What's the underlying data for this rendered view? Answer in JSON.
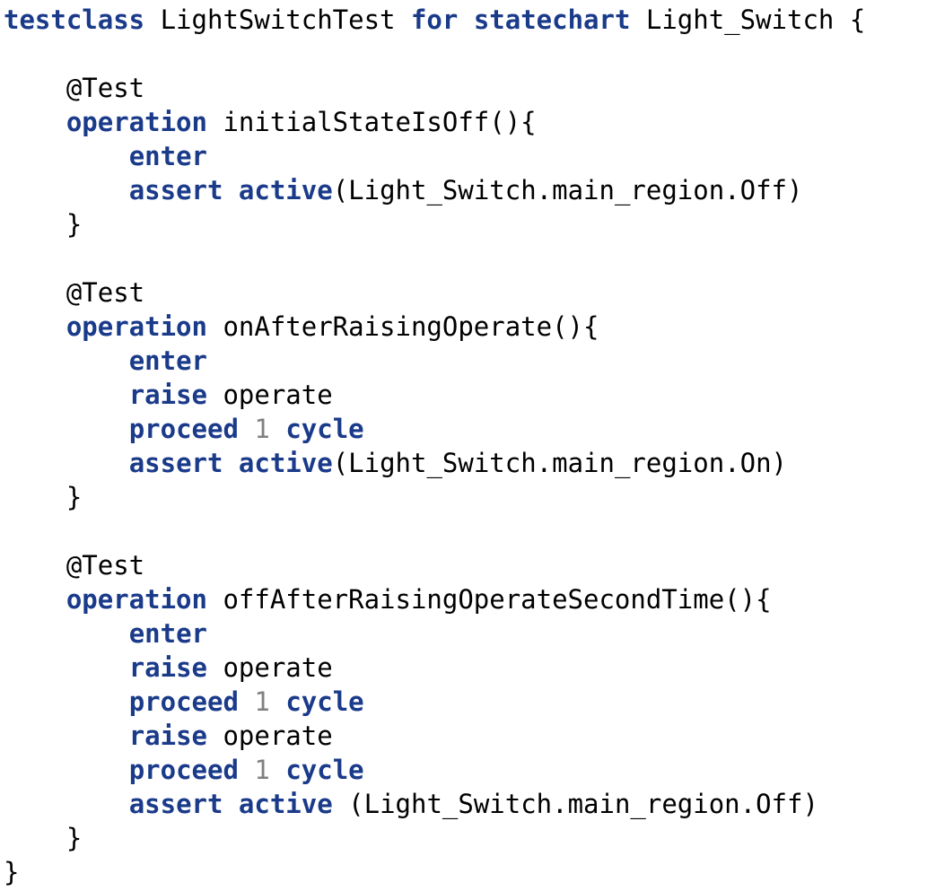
{
  "colors": {
    "background": "#ffffff",
    "text": "#000000",
    "keyword": "#1a3a8a",
    "number": "#808080"
  },
  "lines": [
    [
      {
        "t": "testclass",
        "k": "kw"
      },
      {
        "t": " LightSwitchTest "
      },
      {
        "t": "for",
        "k": "kw"
      },
      {
        "t": " "
      },
      {
        "t": "statechart",
        "k": "kw"
      },
      {
        "t": " Light_Switch {"
      }
    ],
    [],
    [
      {
        "t": "    @Test"
      }
    ],
    [
      {
        "t": "    "
      },
      {
        "t": "operation",
        "k": "kw"
      },
      {
        "t": " initialStateIsOff(){"
      }
    ],
    [
      {
        "t": "        "
      },
      {
        "t": "enter",
        "k": "kw"
      }
    ],
    [
      {
        "t": "        "
      },
      {
        "t": "assert",
        "k": "kw"
      },
      {
        "t": " "
      },
      {
        "t": "active",
        "k": "kw"
      },
      {
        "t": "(Light_Switch.main_region.Off)"
      }
    ],
    [
      {
        "t": "    }"
      }
    ],
    [],
    [
      {
        "t": "    @Test"
      }
    ],
    [
      {
        "t": "    "
      },
      {
        "t": "operation",
        "k": "kw"
      },
      {
        "t": " onAfterRaisingOperate(){"
      }
    ],
    [
      {
        "t": "        "
      },
      {
        "t": "enter",
        "k": "kw"
      }
    ],
    [
      {
        "t": "        "
      },
      {
        "t": "raise",
        "k": "kw"
      },
      {
        "t": " operate"
      }
    ],
    [
      {
        "t": "        "
      },
      {
        "t": "proceed",
        "k": "kw"
      },
      {
        "t": " "
      },
      {
        "t": "1",
        "k": "num"
      },
      {
        "t": " "
      },
      {
        "t": "cycle",
        "k": "kw"
      }
    ],
    [
      {
        "t": "        "
      },
      {
        "t": "assert",
        "k": "kw"
      },
      {
        "t": " "
      },
      {
        "t": "active",
        "k": "kw"
      },
      {
        "t": "(Light_Switch.main_region.On)"
      }
    ],
    [
      {
        "t": "    }"
      }
    ],
    [],
    [
      {
        "t": "    @Test"
      }
    ],
    [
      {
        "t": "    "
      },
      {
        "t": "operation",
        "k": "kw"
      },
      {
        "t": " offAfterRaisingOperateSecondTime(){"
      }
    ],
    [
      {
        "t": "        "
      },
      {
        "t": "enter",
        "k": "kw"
      }
    ],
    [
      {
        "t": "        "
      },
      {
        "t": "raise",
        "k": "kw"
      },
      {
        "t": " operate"
      }
    ],
    [
      {
        "t": "        "
      },
      {
        "t": "proceed",
        "k": "kw"
      },
      {
        "t": " "
      },
      {
        "t": "1",
        "k": "num"
      },
      {
        "t": " "
      },
      {
        "t": "cycle",
        "k": "kw"
      }
    ],
    [
      {
        "t": "        "
      },
      {
        "t": "raise",
        "k": "kw"
      },
      {
        "t": " operate"
      }
    ],
    [
      {
        "t": "        "
      },
      {
        "t": "proceed",
        "k": "kw"
      },
      {
        "t": " "
      },
      {
        "t": "1",
        "k": "num"
      },
      {
        "t": " "
      },
      {
        "t": "cycle",
        "k": "kw"
      }
    ],
    [
      {
        "t": "        "
      },
      {
        "t": "assert",
        "k": "kw"
      },
      {
        "t": " "
      },
      {
        "t": "active",
        "k": "kw"
      },
      {
        "t": " (Light_Switch.main_region.Off)"
      }
    ],
    [
      {
        "t": "    }"
      }
    ],
    [
      {
        "t": "}"
      }
    ]
  ]
}
